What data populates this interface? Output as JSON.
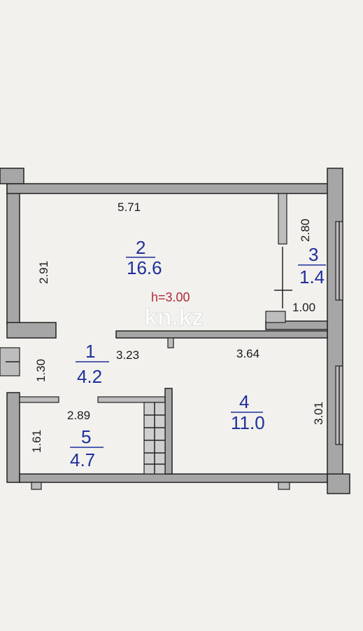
{
  "rooms": [
    {
      "number": "1",
      "area": "4.2"
    },
    {
      "number": "2",
      "area": "16.6"
    },
    {
      "number": "3",
      "area": "1.4"
    },
    {
      "number": "4",
      "area": "11.0"
    },
    {
      "number": "5",
      "area": "4.7"
    }
  ],
  "dimensions": {
    "top_width": "5.71",
    "room2_height": "2.91",
    "room3_height": "2.80",
    "room3_width": "1.00",
    "hall_height": "1.30",
    "room2_lower_left": "3.23",
    "room4_width": "3.64",
    "room5_width": "2.89",
    "room5_height": "1.61",
    "room4_height": "3.01"
  },
  "ceiling_height": "h=3.00",
  "watermark": "kn.kz"
}
